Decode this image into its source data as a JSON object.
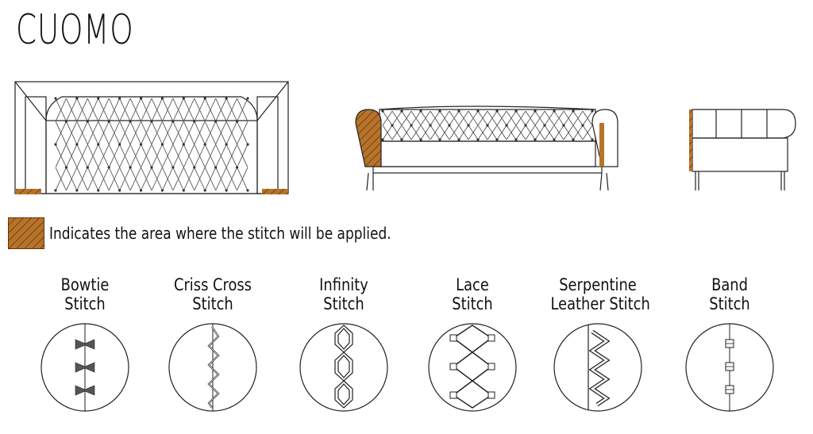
{
  "title": "CUOMO",
  "legend": {
    "text": "Indicates the area where the stitch will be applied."
  },
  "colors": {
    "stitch_area": "#b8732a",
    "line": "#222222",
    "stitch_marks": "#555555"
  },
  "stitches": [
    {
      "line1": "Bowtie",
      "line2": "Stitch",
      "icon": "bowtie-stitch-icon"
    },
    {
      "line1": "Criss Cross",
      "line2": "Stitch",
      "icon": "criss-cross-stitch-icon"
    },
    {
      "line1": "Infinity",
      "line2": "Stitch",
      "icon": "infinity-stitch-icon"
    },
    {
      "line1": "Lace",
      "line2": "Stitch",
      "icon": "lace-stitch-icon"
    },
    {
      "line1": "Serpentine",
      "line2": "Leather Stitch",
      "icon": "serpentine-stitch-icon"
    },
    {
      "line1": "Band",
      "line2": "Stitch",
      "icon": "band-stitch-icon"
    }
  ]
}
